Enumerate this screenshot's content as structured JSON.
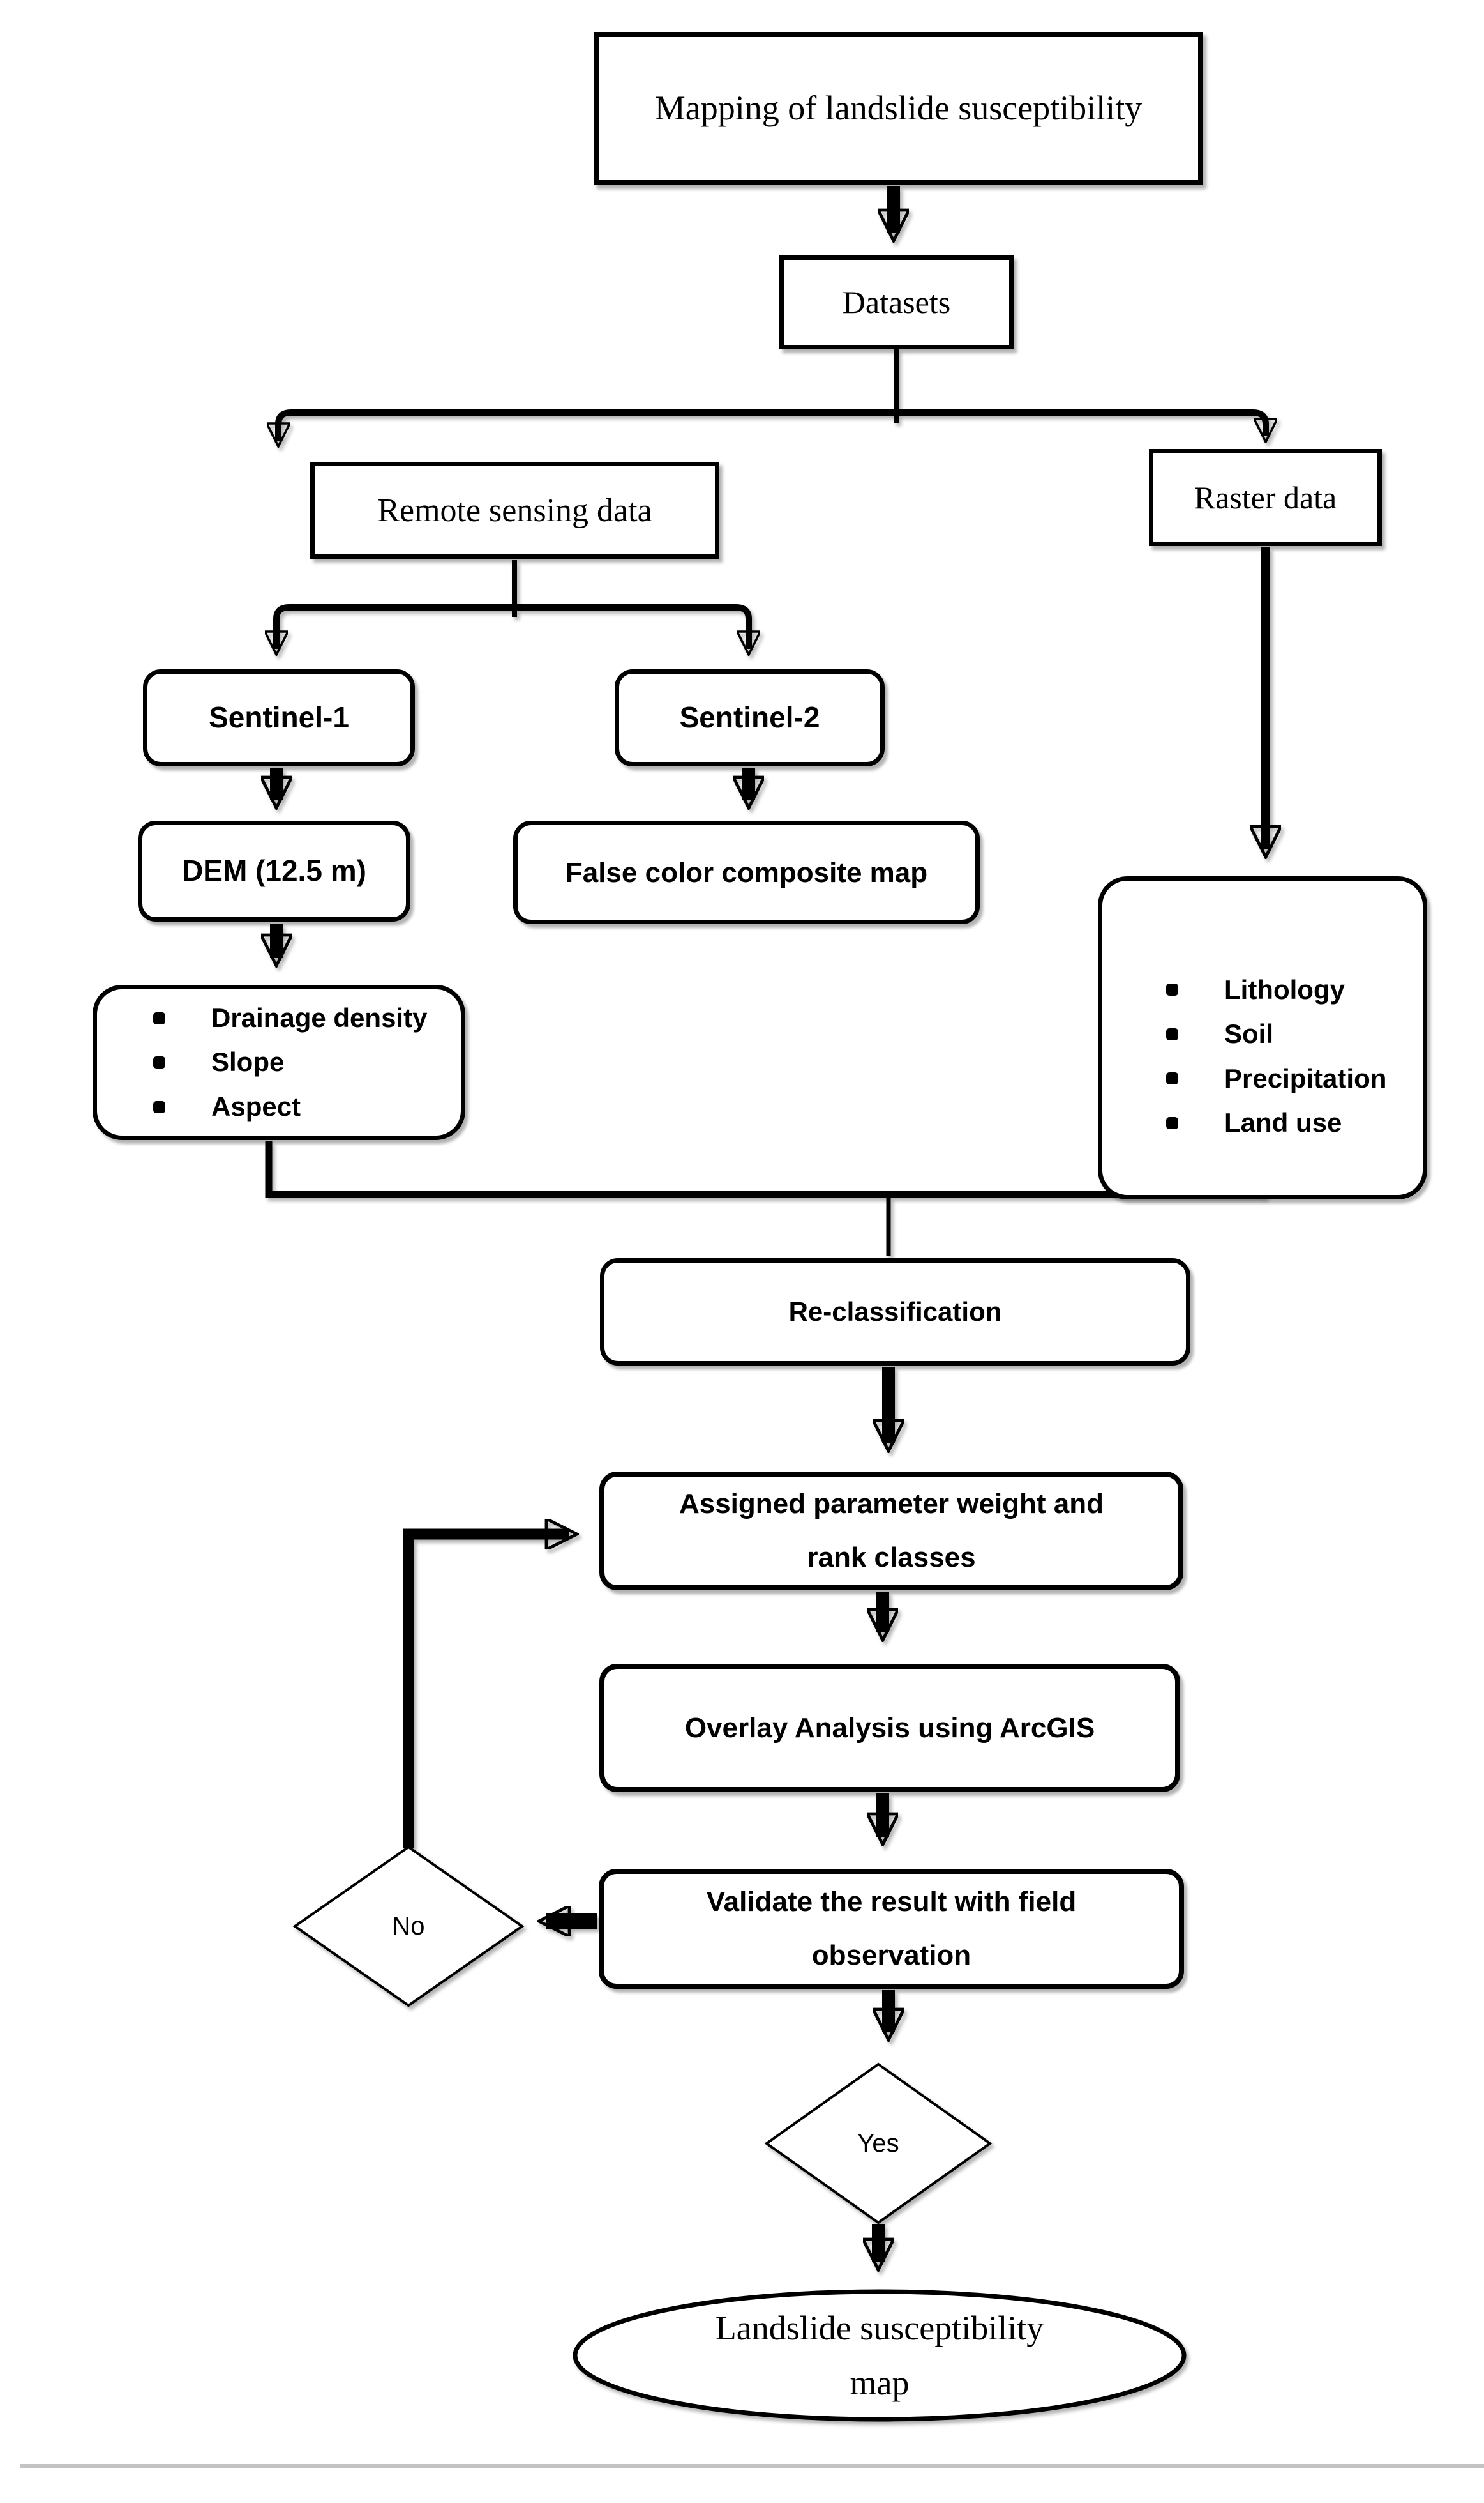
{
  "nodes": {
    "title": {
      "label": "Mapping of landslide susceptibility"
    },
    "datasets": {
      "label": "Datasets"
    },
    "remote_sensing": {
      "label": "Remote sensing data"
    },
    "raster": {
      "label": "Raster data"
    },
    "sentinel1": {
      "label": "Sentinel-1"
    },
    "sentinel2": {
      "label": "Sentinel-2"
    },
    "dem": {
      "label": "DEM (12.5 m)"
    },
    "false_color": {
      "label": "False color composite map"
    },
    "dem_derivatives": {
      "items": [
        "Drainage density",
        "Slope",
        "Aspect"
      ]
    },
    "raster_layers": {
      "items": [
        "Lithology",
        "Soil",
        "Precipitation",
        "Land use"
      ]
    },
    "reclassification": {
      "label": "Re-classification"
    },
    "assigned": {
      "label_line1": "Assigned parameter weight and",
      "label_line2": "rank classes"
    },
    "overlay": {
      "label": "Overlay Analysis using ArcGIS"
    },
    "validate": {
      "label_line1": "Validate the result with field",
      "label_line2": "observation"
    },
    "decision_no": {
      "label": "No"
    },
    "decision_yes": {
      "label": "Yes"
    },
    "output": {
      "label_line1": "Landslide susceptibility",
      "label_line2": "map"
    }
  },
  "colors": {
    "ink": "#000000",
    "background": "#ffffff",
    "divider": "#c4c4c4"
  }
}
